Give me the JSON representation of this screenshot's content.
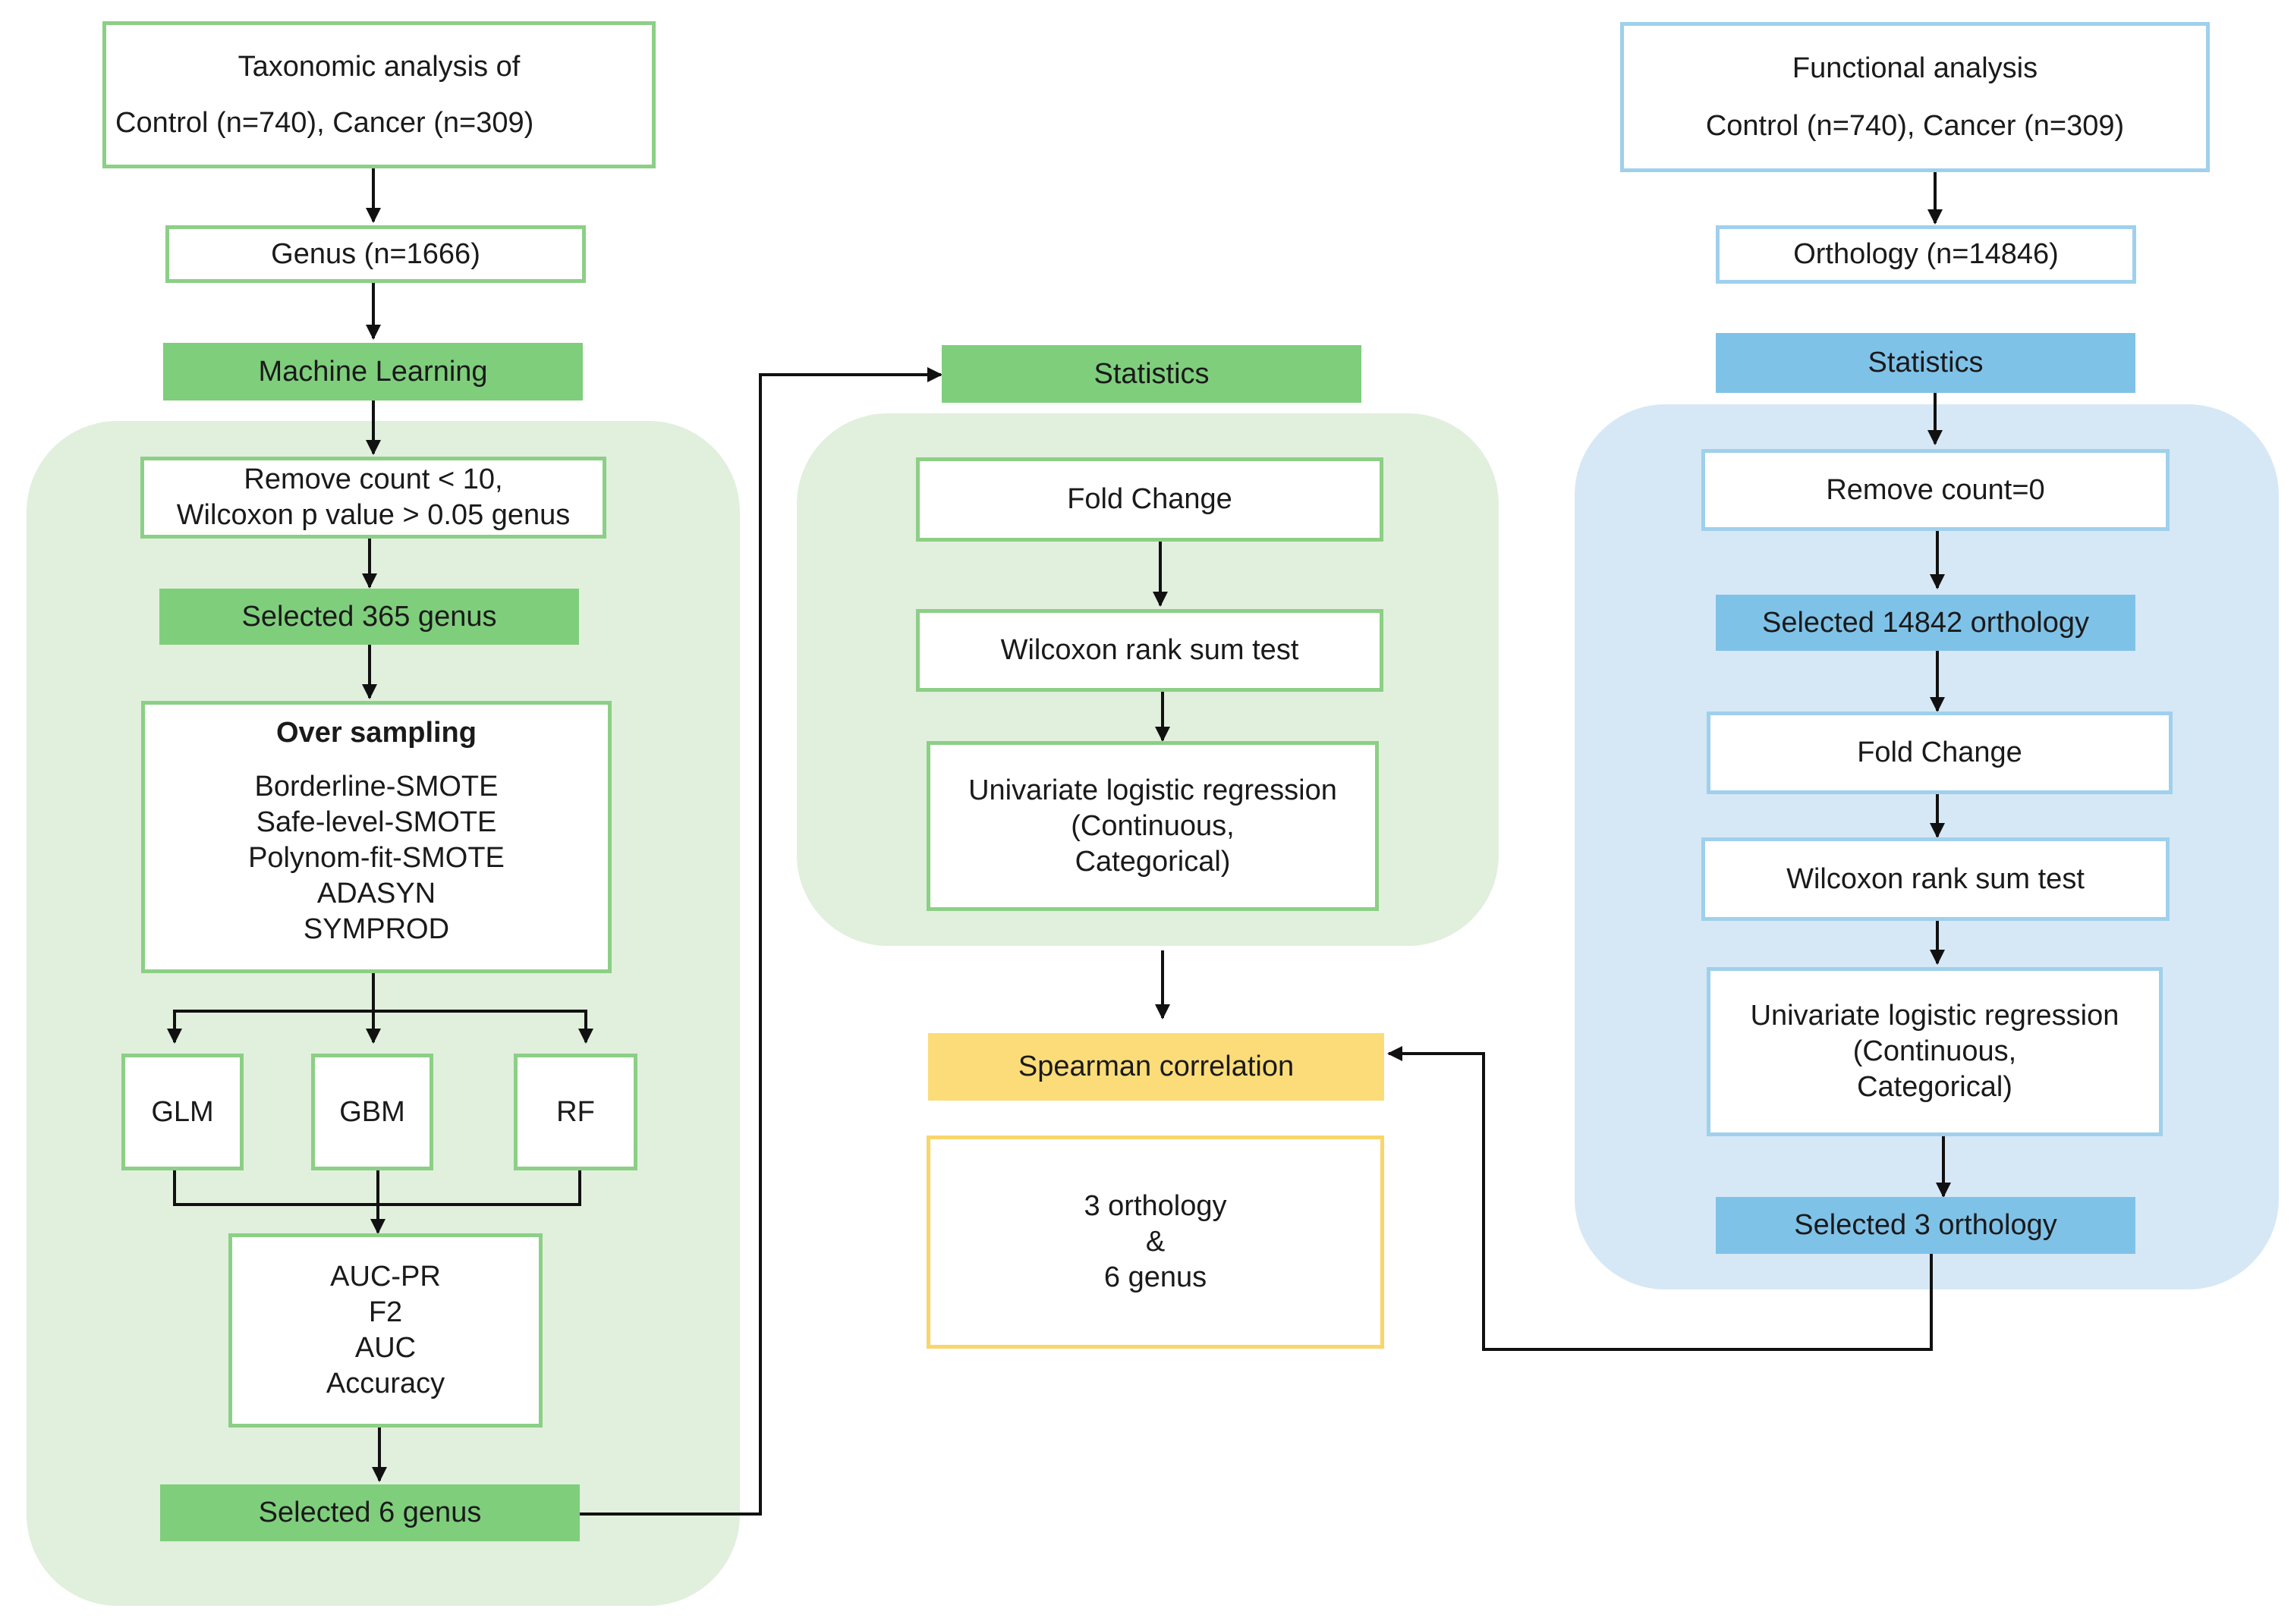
{
  "taxonomic": {
    "header_line1": "Taxonomic analysis of",
    "header_line2": "Control (n=740), Cancer (n=309)",
    "genus": "Genus (n=1666)",
    "machine_learning": "Machine Learning",
    "filter_line1": "Remove count < 10,",
    "filter_line2": "Wilcoxon p value > 0.05 genus",
    "selected_365": "Selected 365 genus",
    "oversampling_title": "Over sampling",
    "oversampling_methods": [
      "Borderline-SMOTE",
      "Safe-level-SMOTE",
      "Polynom-fit-SMOTE",
      "ADASYN",
      "SYMPROD"
    ],
    "models": [
      "GLM",
      "GBM",
      "RF"
    ],
    "metrics": [
      "AUC-PR",
      "F2",
      "AUC",
      "Accuracy"
    ],
    "selected_6": "Selected 6 genus"
  },
  "statistics_middle": {
    "title": "Statistics",
    "fold_change": "Fold Change",
    "wilcoxon": "Wilcoxon rank sum test",
    "logistic_line1": "Univariate logistic regression",
    "logistic_line2": "(Continuous,",
    "logistic_line3": "Categorical)"
  },
  "spearman": {
    "title": "Spearman correlation",
    "result_line1": "3 orthology",
    "result_line2": "&",
    "result_line3": "6 genus"
  },
  "functional": {
    "header_line1": "Functional analysis",
    "header_line2": "Control (n=740), Cancer (n=309)",
    "orthology": "Orthology (n=14846)",
    "statistics": "Statistics",
    "remove_zero": "Remove count=0",
    "selected_14842": "Selected 14842 orthology",
    "fold_change": "Fold Change",
    "wilcoxon": "Wilcoxon rank sum test",
    "logistic_line1": "Univariate logistic regression",
    "logistic_line2": "(Continuous,",
    "logistic_line3": "Categorical)",
    "selected_3": "Selected 3 orthology"
  },
  "colors": {
    "green_panel": "#e1efdd",
    "green_fill": "#7fce7c",
    "green_border": "#8ccf86",
    "blue_panel": "#d6e8f6",
    "blue_fill": "#7fc2e8",
    "blue_border": "#9fd0ec",
    "yellow_fill": "#fbdc79",
    "yellow_border": "#f9d56a"
  }
}
